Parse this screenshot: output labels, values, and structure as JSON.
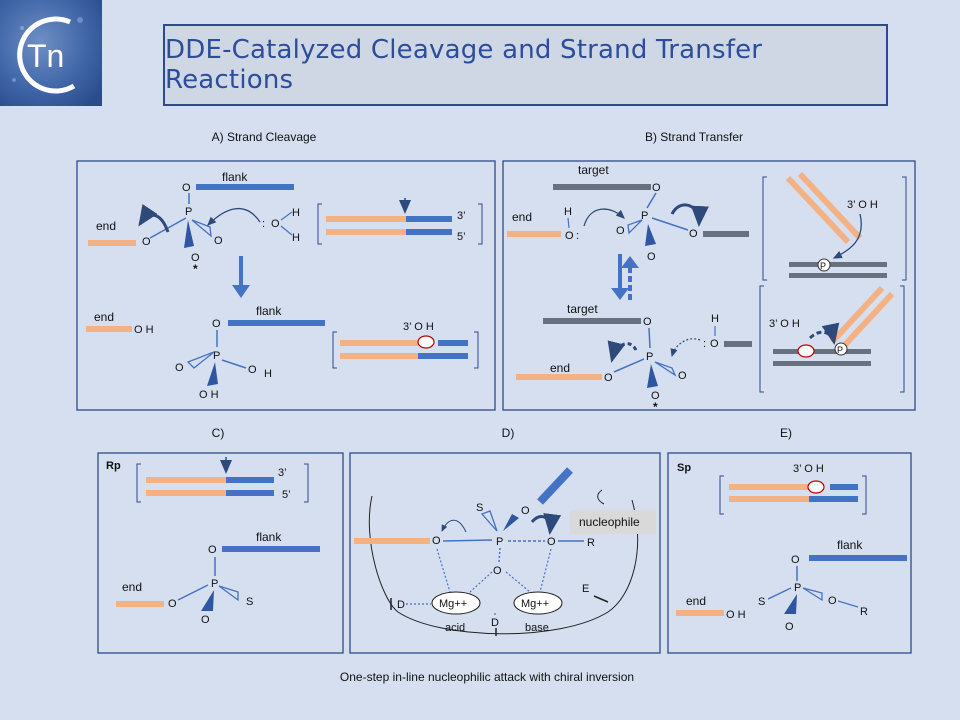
{
  "header": {
    "logo_text": "Tn",
    "title": "DDE-Catalyzed Cleavage and Strand Transfer Reactions"
  },
  "colors": {
    "orange": "#f4b183",
    "blue": "#4472c4",
    "gray": "#687180",
    "border": "#2e4a8c"
  },
  "panels": {
    "a": {
      "caption": "A) Strand Cleavage",
      "flank": "flank",
      "end": "end",
      "o": "O",
      "p": "P",
      "h": "H",
      "star": "*",
      "colon": ":",
      "three_prime": "3’",
      "five_prime": "5’",
      "oh_h": "O H",
      "three_prime_oh": "3’ O H"
    },
    "b": {
      "caption": "B) Strand Transfer",
      "target": "target",
      "end": "end",
      "o": "O",
      "p": "P",
      "h": "H",
      "star": "*",
      "colon": ":",
      "three_prime_oh": "3’ O H",
      "oh_p": "P"
    },
    "c": {
      "caption": "C)",
      "label": "Rp",
      "flank": "flank",
      "end": "end",
      "o": "O",
      "p": "P",
      "s": "S",
      "three_prime": "3’",
      "five_prime": "5’"
    },
    "d": {
      "caption": "D)",
      "nucleophile": "nucleophile",
      "o": "O",
      "p": "P",
      "s": "S",
      "r": "R",
      "d": "D",
      "e": "E",
      "mg": "Mg++",
      "acid": "acid",
      "base": "base"
    },
    "e": {
      "caption": "E)",
      "label": "Sp",
      "flank": "flank",
      "end": "end",
      "o": "O",
      "p": "P",
      "s": "S",
      "r": "R",
      "oh": "O H",
      "three_prime_oh": "3’ O H"
    }
  },
  "footer": {
    "note": "One-step in-line nucleophilic attack with chiral inversion"
  }
}
